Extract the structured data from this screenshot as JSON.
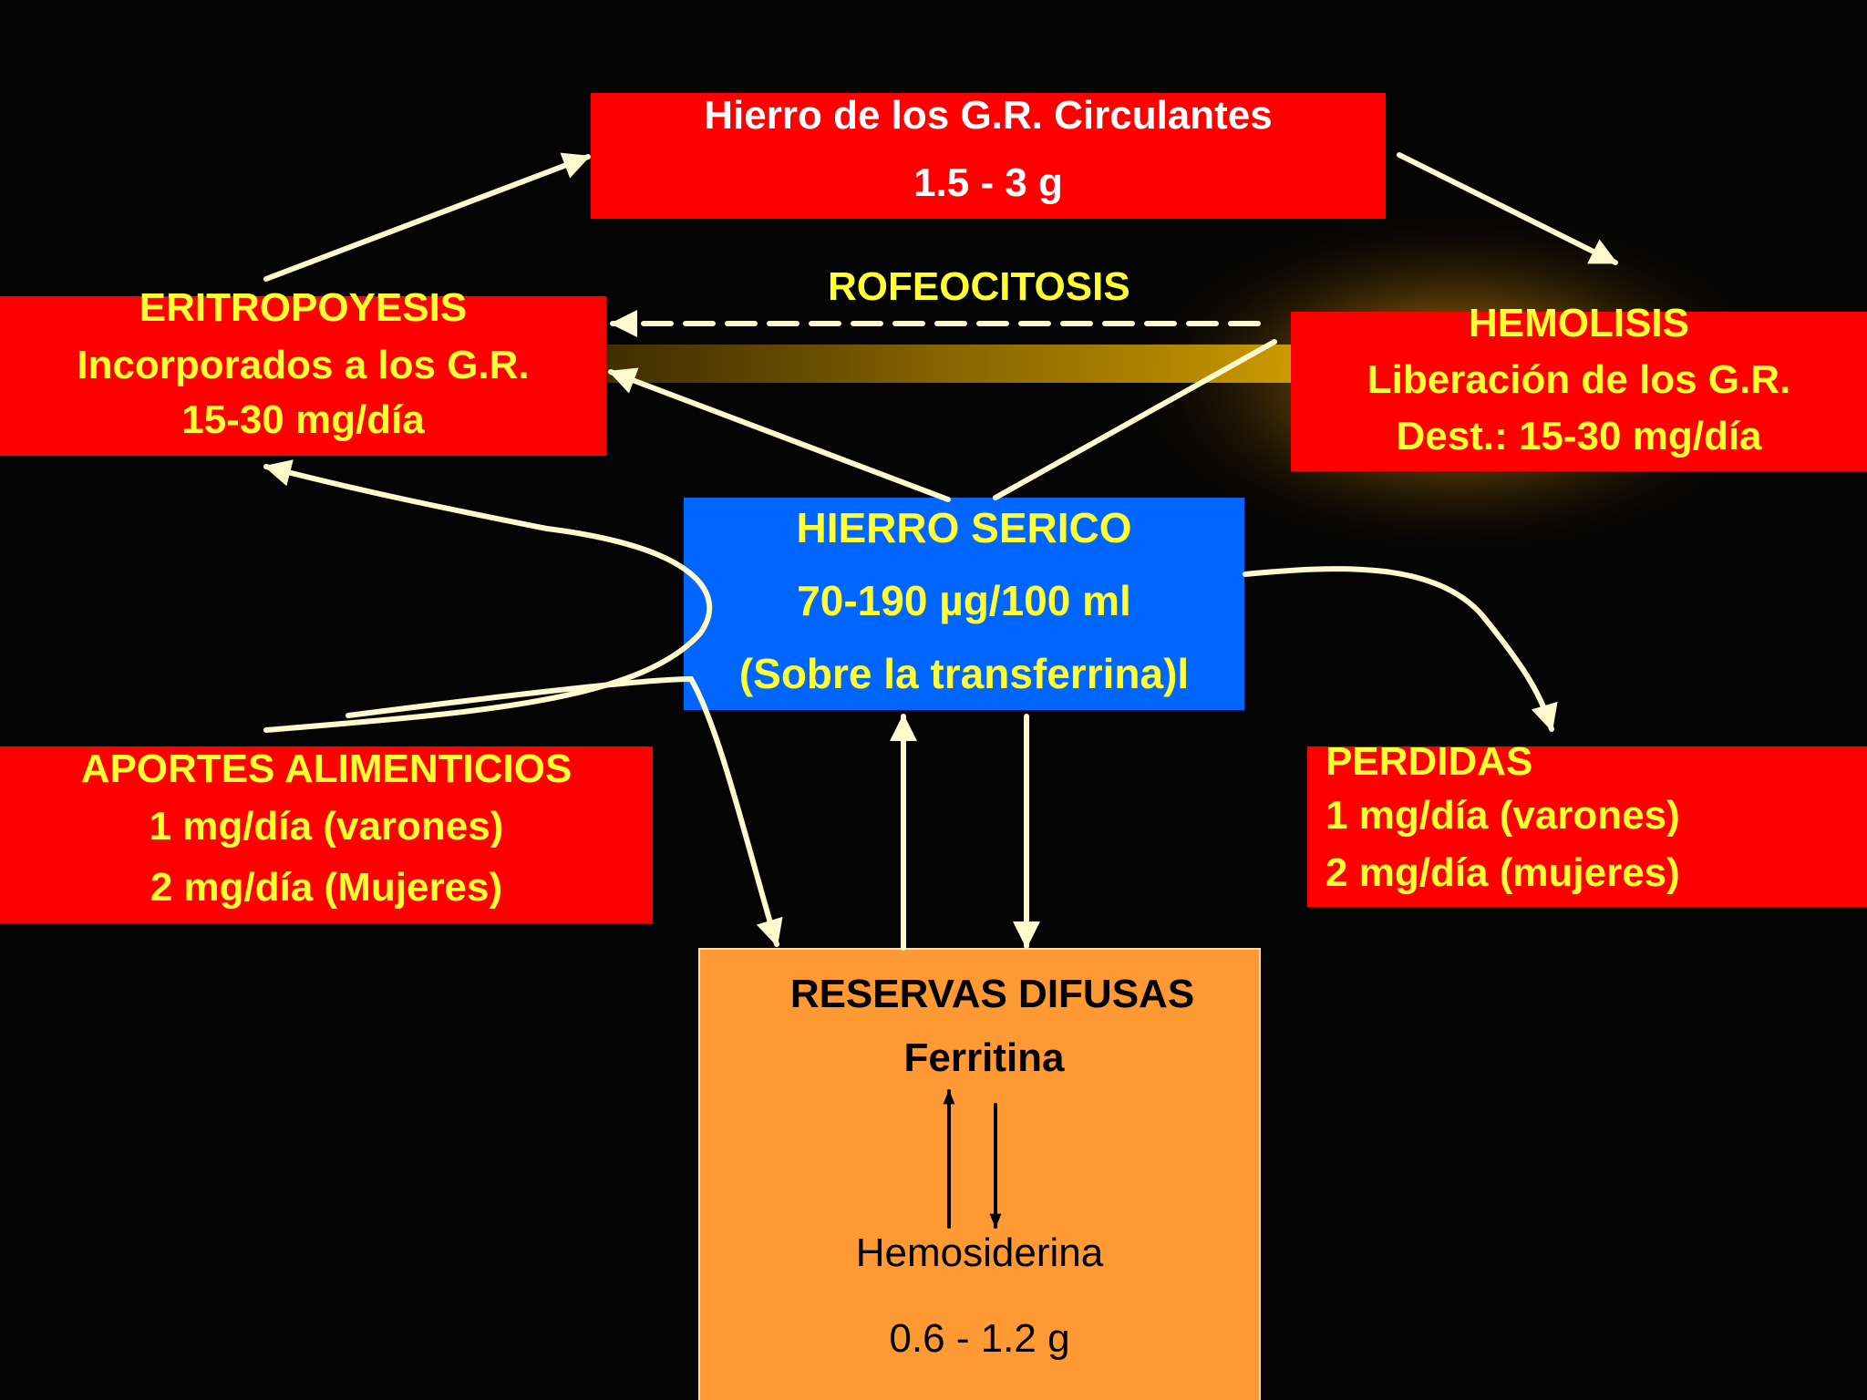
{
  "colors": {
    "background": "#040404",
    "box_red": "#ff0000",
    "box_blue": "#0066ff",
    "box_orange": "#ff9933",
    "text_yellow": "#ffff33",
    "arrow": "#fffacd",
    "glow": "#c8960a"
  },
  "nodes": {
    "gr_circulantes": {
      "title": "Hierro de los G.R. Circulantes",
      "value": "1.5 - 3 g"
    },
    "eritropoyesis": {
      "title": "ERITROPOYESIS",
      "line2": "Incorporados a los G.R.",
      "line3": "15-30 mg/día"
    },
    "hemolisis": {
      "title": "HEMOLISIS",
      "line2": "Liberación de los G.R.",
      "line3": "Dest.: 15-30 mg/día"
    },
    "hierro_serico": {
      "title": "HIERRO SERICO",
      "value": "70-190 µg/100 ml",
      "note": "(Sobre la transferrina)l"
    },
    "aportes": {
      "title": "APORTES ALIMENTICIOS",
      "line2": "1 mg/día (varones)",
      "line3": "2 mg/día (Mujeres)"
    },
    "perdidas": {
      "title": "PERDIDAS",
      "line2": "1 mg/día (varones)",
      "line3": "2 mg/día (mujeres)"
    },
    "reservas": {
      "title": "RESERVAS DIFUSAS",
      "ferritina": "Ferritina",
      "hemosiderina": "Hemosiderina",
      "value": "0.6 - 1.2 g"
    }
  },
  "edge_labels": {
    "rofeocitosis": "ROFEOCITOSIS"
  }
}
